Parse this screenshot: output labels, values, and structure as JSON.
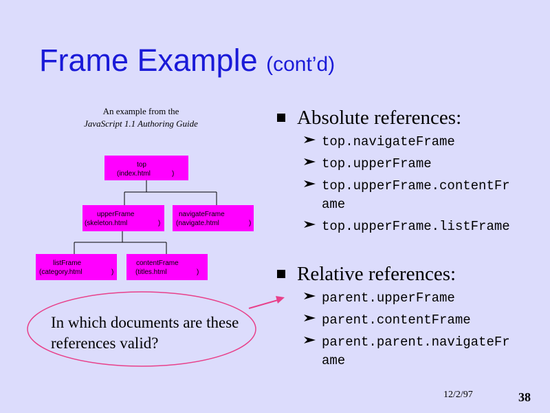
{
  "slide": {
    "title_main": "Frame Example",
    "title_sub": "(cont’d)",
    "caption_line1": "An example from the",
    "caption_line2": "JavaScript 1.1 Authoring Guide",
    "question": "In which documents are these references valid?",
    "date": "12/2/97",
    "page_number": "38"
  },
  "tree": {
    "top": {
      "name": "top",
      "page": "(index.html",
      "close": ")"
    },
    "upper": {
      "name": "upperFrame",
      "page": "(skeleton.html",
      "close": ")"
    },
    "navigate": {
      "name": "navigateFrame",
      "page": "(navigate.html",
      "close": ")"
    },
    "list": {
      "name": "listFrame",
      "page": "(category.html",
      "close": ")"
    },
    "content": {
      "name": "contentFrame",
      "page": "(titles.html",
      "close": ")"
    }
  },
  "absolute": {
    "heading": "Absolute references:",
    "items": [
      "top.navigateFrame",
      "top.upperFrame",
      "top.upperFrame.contentFrame",
      "top.upperFrame.listFrame"
    ]
  },
  "relative": {
    "heading": "Relative references:",
    "items": [
      "parent.upperFrame",
      "parent.contentFrame",
      "parent.parent.navigateFrame"
    ]
  },
  "colors": {
    "background": "#dcdcfc",
    "title": "#1a1ad8",
    "box": "#ff00ff",
    "ellipse": "#e8408a"
  },
  "icons": {
    "section_bullet": "square-bullet-icon",
    "item_bullet": "arrowhead-bullet-icon"
  }
}
